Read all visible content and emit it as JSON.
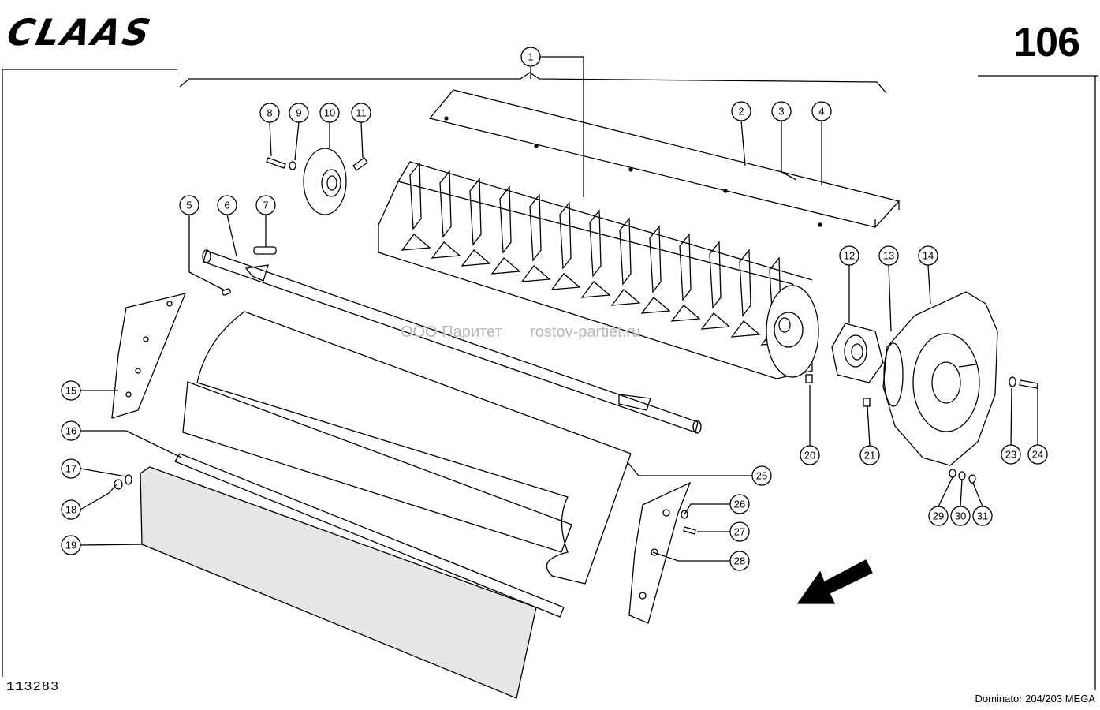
{
  "header": {
    "brand": "CLAAS",
    "page_number": "106"
  },
  "footer": {
    "drawing_number": "113283",
    "model": "Dominator 204/203 MEGA"
  },
  "watermark": {
    "company": "ООО Паритет",
    "site": "rostov-partiet.ru"
  },
  "callouts": [
    {
      "id": "c1",
      "label": "1"
    },
    {
      "id": "c2",
      "label": "2"
    },
    {
      "id": "c3",
      "label": "3"
    },
    {
      "id": "c4",
      "label": "4"
    },
    {
      "id": "c5",
      "label": "5"
    },
    {
      "id": "c6",
      "label": "6"
    },
    {
      "id": "c7",
      "label": "7"
    },
    {
      "id": "c8",
      "label": "8"
    },
    {
      "id": "c9",
      "label": "9"
    },
    {
      "id": "c10",
      "label": "10"
    },
    {
      "id": "c11",
      "label": "11"
    },
    {
      "id": "c12",
      "label": "12"
    },
    {
      "id": "c13",
      "label": "13"
    },
    {
      "id": "c14",
      "label": "14"
    },
    {
      "id": "c15",
      "label": "15"
    },
    {
      "id": "c16",
      "label": "16"
    },
    {
      "id": "c17",
      "label": "17"
    },
    {
      "id": "c18",
      "label": "18"
    },
    {
      "id": "c19",
      "label": "19"
    },
    {
      "id": "c20",
      "label": "20"
    },
    {
      "id": "c21",
      "label": "21"
    },
    {
      "id": "c23",
      "label": "23"
    },
    {
      "id": "c24",
      "label": "24"
    },
    {
      "id": "c25",
      "label": "25"
    },
    {
      "id": "c26",
      "label": "26"
    },
    {
      "id": "c27",
      "label": "27"
    },
    {
      "id": "c28",
      "label": "28"
    },
    {
      "id": "c29",
      "label": "29"
    },
    {
      "id": "c30",
      "label": "30"
    },
    {
      "id": "c31",
      "label": "31"
    }
  ]
}
